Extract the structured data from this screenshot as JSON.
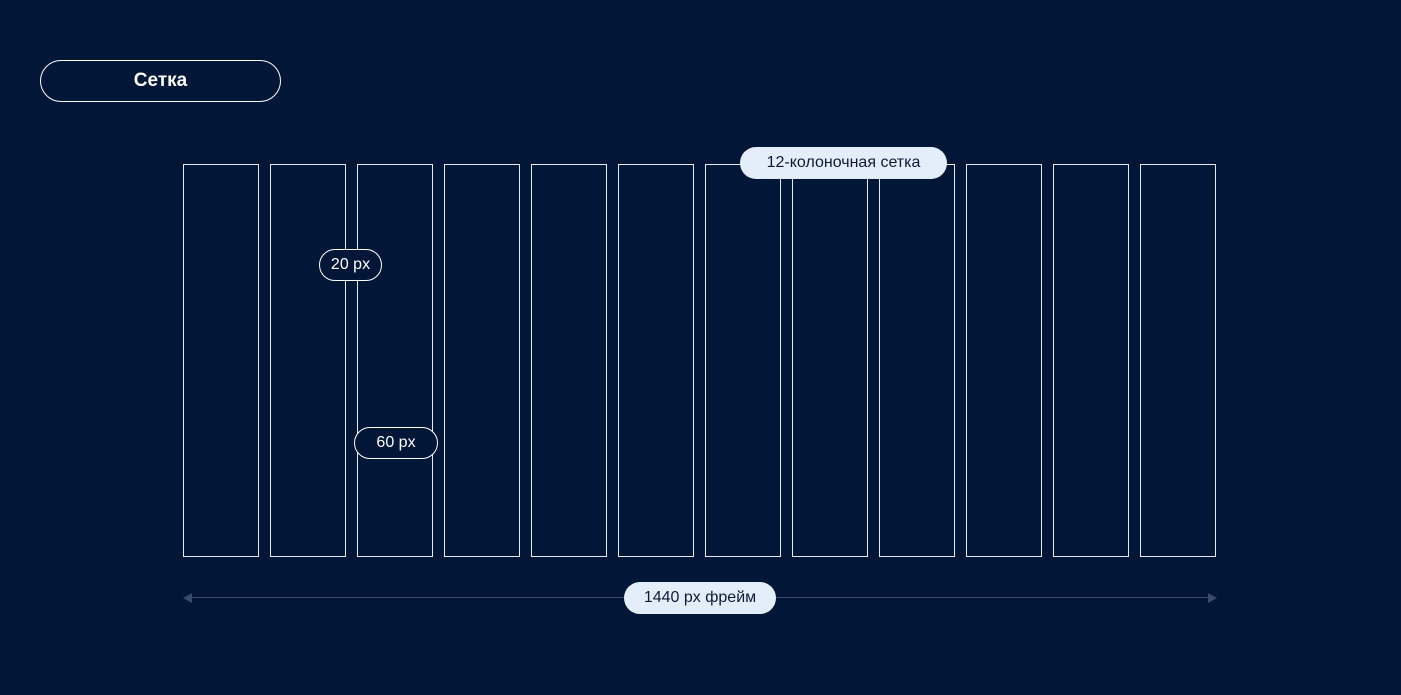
{
  "title": "Сетка",
  "grid": {
    "column_count": 12,
    "label": "12-колоночная сетка"
  },
  "annotations": {
    "gutter": "20 px",
    "column_width": "60 px",
    "frame": "1440 px фрейм"
  },
  "colors": {
    "background": "#021737",
    "column_stroke": "#e6ecf5",
    "pill_light": "#e4eefb",
    "arrow": "#3a4a69"
  }
}
